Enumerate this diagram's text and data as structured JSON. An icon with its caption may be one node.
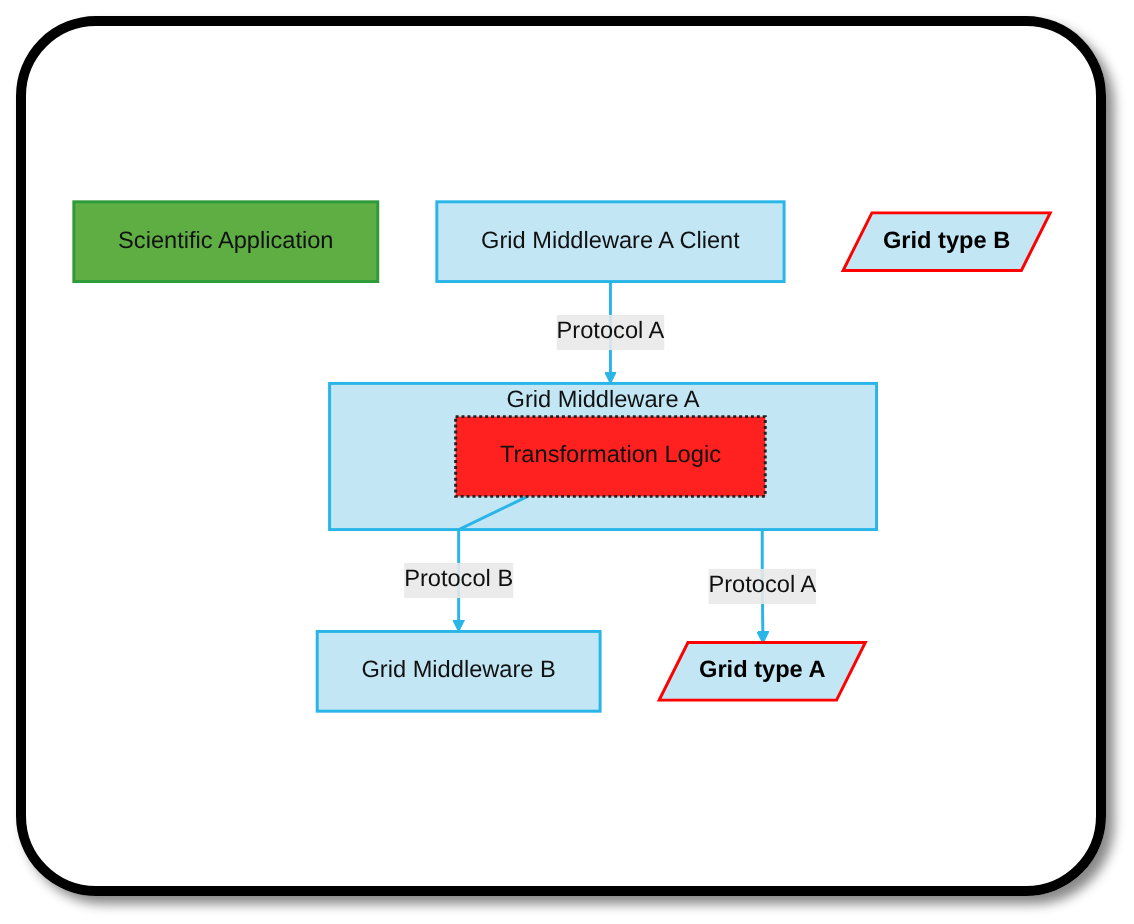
{
  "diagram": {
    "nodes": [
      {
        "text": [
          "Scientific Application"
        ]
      },
      {
        "text": [
          "Grid Middleware A Client"
        ]
      },
      {
        "text": [
          "Grid Middleware A"
        ]
      },
      {
        "text": [
          "Transformation Logic"
        ],
        "in": 2
      },
      {
        "text": [
          "Grid Middleware B"
        ]
      },
      {
        "text": [
          "Grid type A"
        ]
      },
      {
        "text": [
          "Grid type B"
        ]
      }
    ],
    "edges": [
      {
        "from": 1,
        "to": 2,
        "arrow": "to",
        "label": "Protocol A"
      },
      {
        "from": 2,
        "to": 5,
        "arrow": "to",
        "label": "Protocol A"
      },
      {
        "from": 3,
        "to": 4,
        "arrow": "to",
        "label": "Protocol B"
      }
    ]
  }
}
